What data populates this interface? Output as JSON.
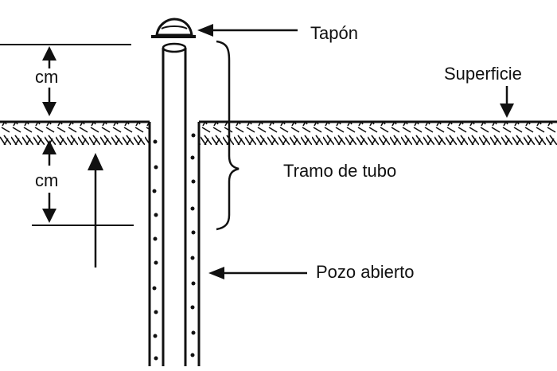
{
  "labels": {
    "cap": "Tapón",
    "surface": "Superficie",
    "pipe_section": "Tramo de tubo",
    "open_hole": "Pozo abierto",
    "cm_top": "cm",
    "cm_bottom": "cm"
  },
  "colors": {
    "ink": "#111111",
    "background": "#ffffff"
  }
}
